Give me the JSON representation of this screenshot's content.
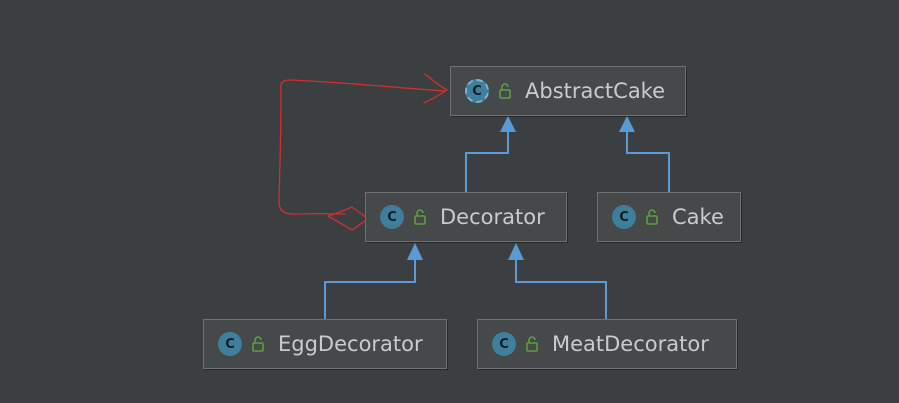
{
  "diagram": {
    "nodes": {
      "abstract_cake": {
        "label": "AbstractCake",
        "kind": "abstract-class-icon",
        "icon_letter": "C"
      },
      "decorator": {
        "label": "Decorator",
        "kind": "class-icon",
        "icon_letter": "C"
      },
      "cake": {
        "label": "Cake",
        "kind": "class-icon",
        "icon_letter": "C"
      },
      "egg_decorator": {
        "label": "EggDecorator",
        "kind": "class-icon",
        "icon_letter": "C"
      },
      "meat_decorator": {
        "label": "MeatDecorator",
        "kind": "class-icon",
        "icon_letter": "C"
      }
    },
    "edges": [
      {
        "from": "Decorator",
        "to": "AbstractCake",
        "type": "extends"
      },
      {
        "from": "Cake",
        "to": "AbstractCake",
        "type": "extends"
      },
      {
        "from": "EggDecorator",
        "to": "Decorator",
        "type": "extends"
      },
      {
        "from": "MeatDecorator",
        "to": "Decorator",
        "type": "extends"
      },
      {
        "from": "Decorator",
        "to": "AbstractCake",
        "type": "hand-drawn-annotation-arrow"
      }
    ],
    "colors": {
      "background": "#3c3f41",
      "node_fill": "#45494a",
      "node_border": "#6e7274",
      "edge": "#5b9bd5",
      "annotation": "#d32f2f",
      "class_icon": "#3f7f9c",
      "lock_icon": "#5e9e3e",
      "label_text": "#c9cbcc"
    }
  }
}
